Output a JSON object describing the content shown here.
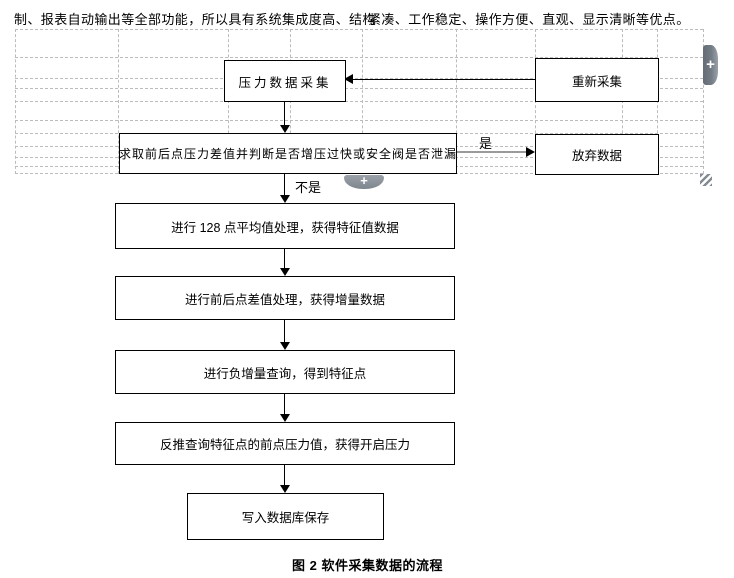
{
  "page": {
    "top_text_left": "制、报表自动输出等全部功能，所以具有系统集成度高、结构",
    "top_text_right": "紧凑、工作稳定、操作方便、直观、显示清晰等优点。",
    "caption": "图 2 软件采集数据的流程"
  },
  "flowchart": {
    "nodes": [
      {
        "id": "collect",
        "label": "压力数据采集"
      },
      {
        "id": "recollect",
        "label": "重新采集"
      },
      {
        "id": "judge",
        "label": "求取前后点压力差值并判断是否增压过快或安全阀是否泄漏"
      },
      {
        "id": "discard",
        "label": "放弃数据"
      },
      {
        "id": "average",
        "label": "进行 128 点平均值处理，获得特征值数据"
      },
      {
        "id": "diff",
        "label": "进行前后点差值处理，获得增量数据"
      },
      {
        "id": "negquery",
        "label": "进行负增量查询，得到特征点"
      },
      {
        "id": "backtrace",
        "label": "反推查询特征点的前点压力值，获得开启压力"
      },
      {
        "id": "save",
        "label": "写入数据库保存"
      }
    ],
    "edges": {
      "yes_label": "是",
      "no_label": "不是"
    }
  },
  "controls": {
    "side_tab_glyph": "+",
    "inline_pill_glyph": "+"
  },
  "colors": {
    "box_border": "#000000",
    "grid_dash": "#bcbcbc",
    "gray_arrow": "#9a9a9a",
    "control_gray": "#6d757e",
    "pill_gray": "#8a9199"
  }
}
